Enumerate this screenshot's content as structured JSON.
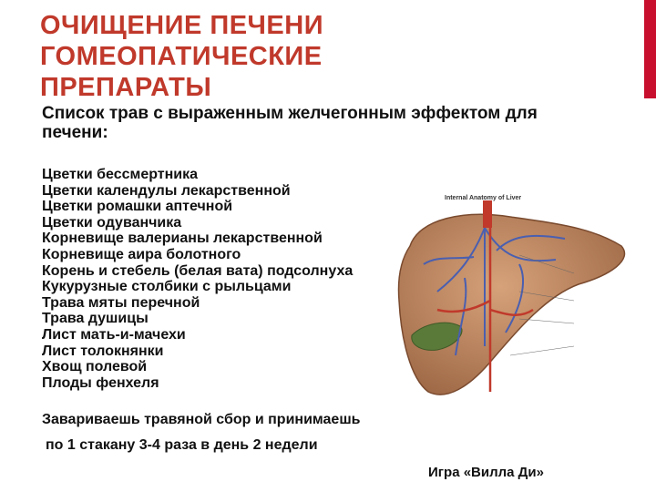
{
  "title_lines": [
    "ОЧИЩЕНИЕ ПЕЧЕНИ",
    "ГОМЕОПАТИЧЕСКИЕ",
    "ПРЕПАРАТЫ"
  ],
  "subtitle": "Список трав с выраженным желчегонным эффектом для печени:",
  "herbs": [
    "Цветки бессмертника",
    "Цветки календулы лекарственной",
    "Цветки ромашки аптечной",
    "Цветки одуванчика",
    "Корневище валерианы лекарственной",
    "Корневище аира болотного",
    "Корень и стебель (белая вата) подсолнуха",
    "Кукурузные столбики с рыльцами",
    "Трава мяты перечной",
    "Трава душицы",
    "Лист мать-и-мачехи",
    "Лист толокнянки",
    "Хвощ полевой",
    "Плоды фенхеля"
  ],
  "instructions": {
    "line1": "Завариваешь травяной сбор и принимаешь",
    "line2": "по 1 стакану 3-4 раза в день  2 недели"
  },
  "credit": "Игра «Вилла Ди»",
  "figure": {
    "caption": "Internal Anatomy of Liver",
    "icon": "liver-anatomy-illustration"
  },
  "colors": {
    "title": "#c0392b",
    "accent_bar": "#c8102e",
    "liver": "#b07850",
    "vessels_red": "#c0392b",
    "vessels_blue": "#4a5fb0",
    "gallbladder": "#5a7a3a"
  }
}
